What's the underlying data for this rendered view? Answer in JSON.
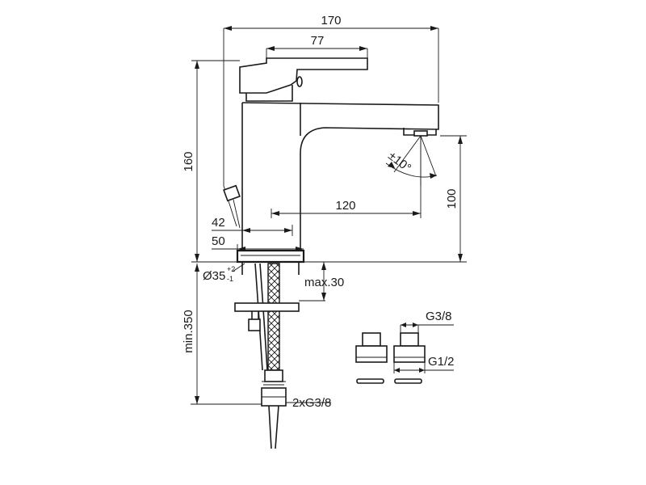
{
  "dimensions": {
    "overall_width": "170",
    "handle_length": "77",
    "overall_height": "160",
    "spout_projection": "120",
    "spout_height": "100",
    "body_width_42": "42",
    "base_width_50": "50",
    "swivel_angle": "±10°",
    "hole_diameter": "Ø35",
    "hole_tol_plus": "+2",
    "hole_tol_minus": "-1",
    "max_thickness": "max.30",
    "min_hose_length": "min.350",
    "hose_connection": "2xG3/8",
    "adapter_small": "G3/8",
    "adapter_large": "G1/2"
  },
  "colors": {
    "line": "#1a1a1a",
    "background": "#ffffff"
  }
}
